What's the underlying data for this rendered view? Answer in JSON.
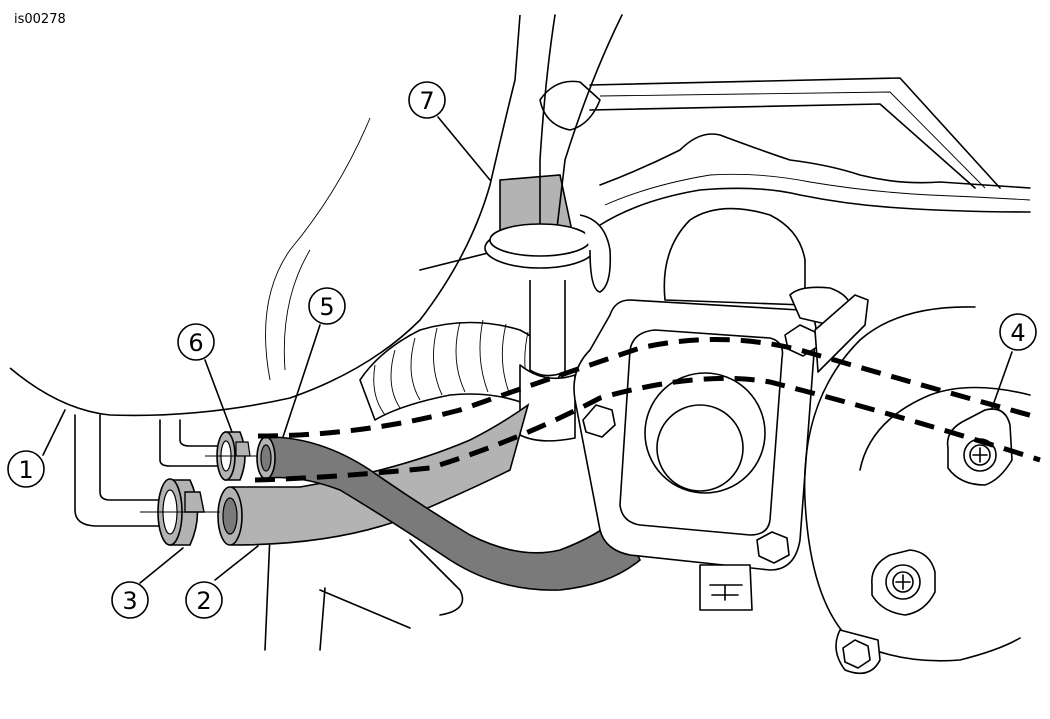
{
  "figure_id": "is00278",
  "callouts": [
    {
      "label": "1"
    },
    {
      "label": "2"
    },
    {
      "label": "3"
    },
    {
      "label": "4"
    },
    {
      "label": "5"
    },
    {
      "label": "6"
    },
    {
      "label": "7"
    }
  ],
  "colors": {
    "hose_light": "#b3b3b3",
    "hose_dark": "#7a7a7a",
    "line": "#000000",
    "background": "#ffffff"
  }
}
